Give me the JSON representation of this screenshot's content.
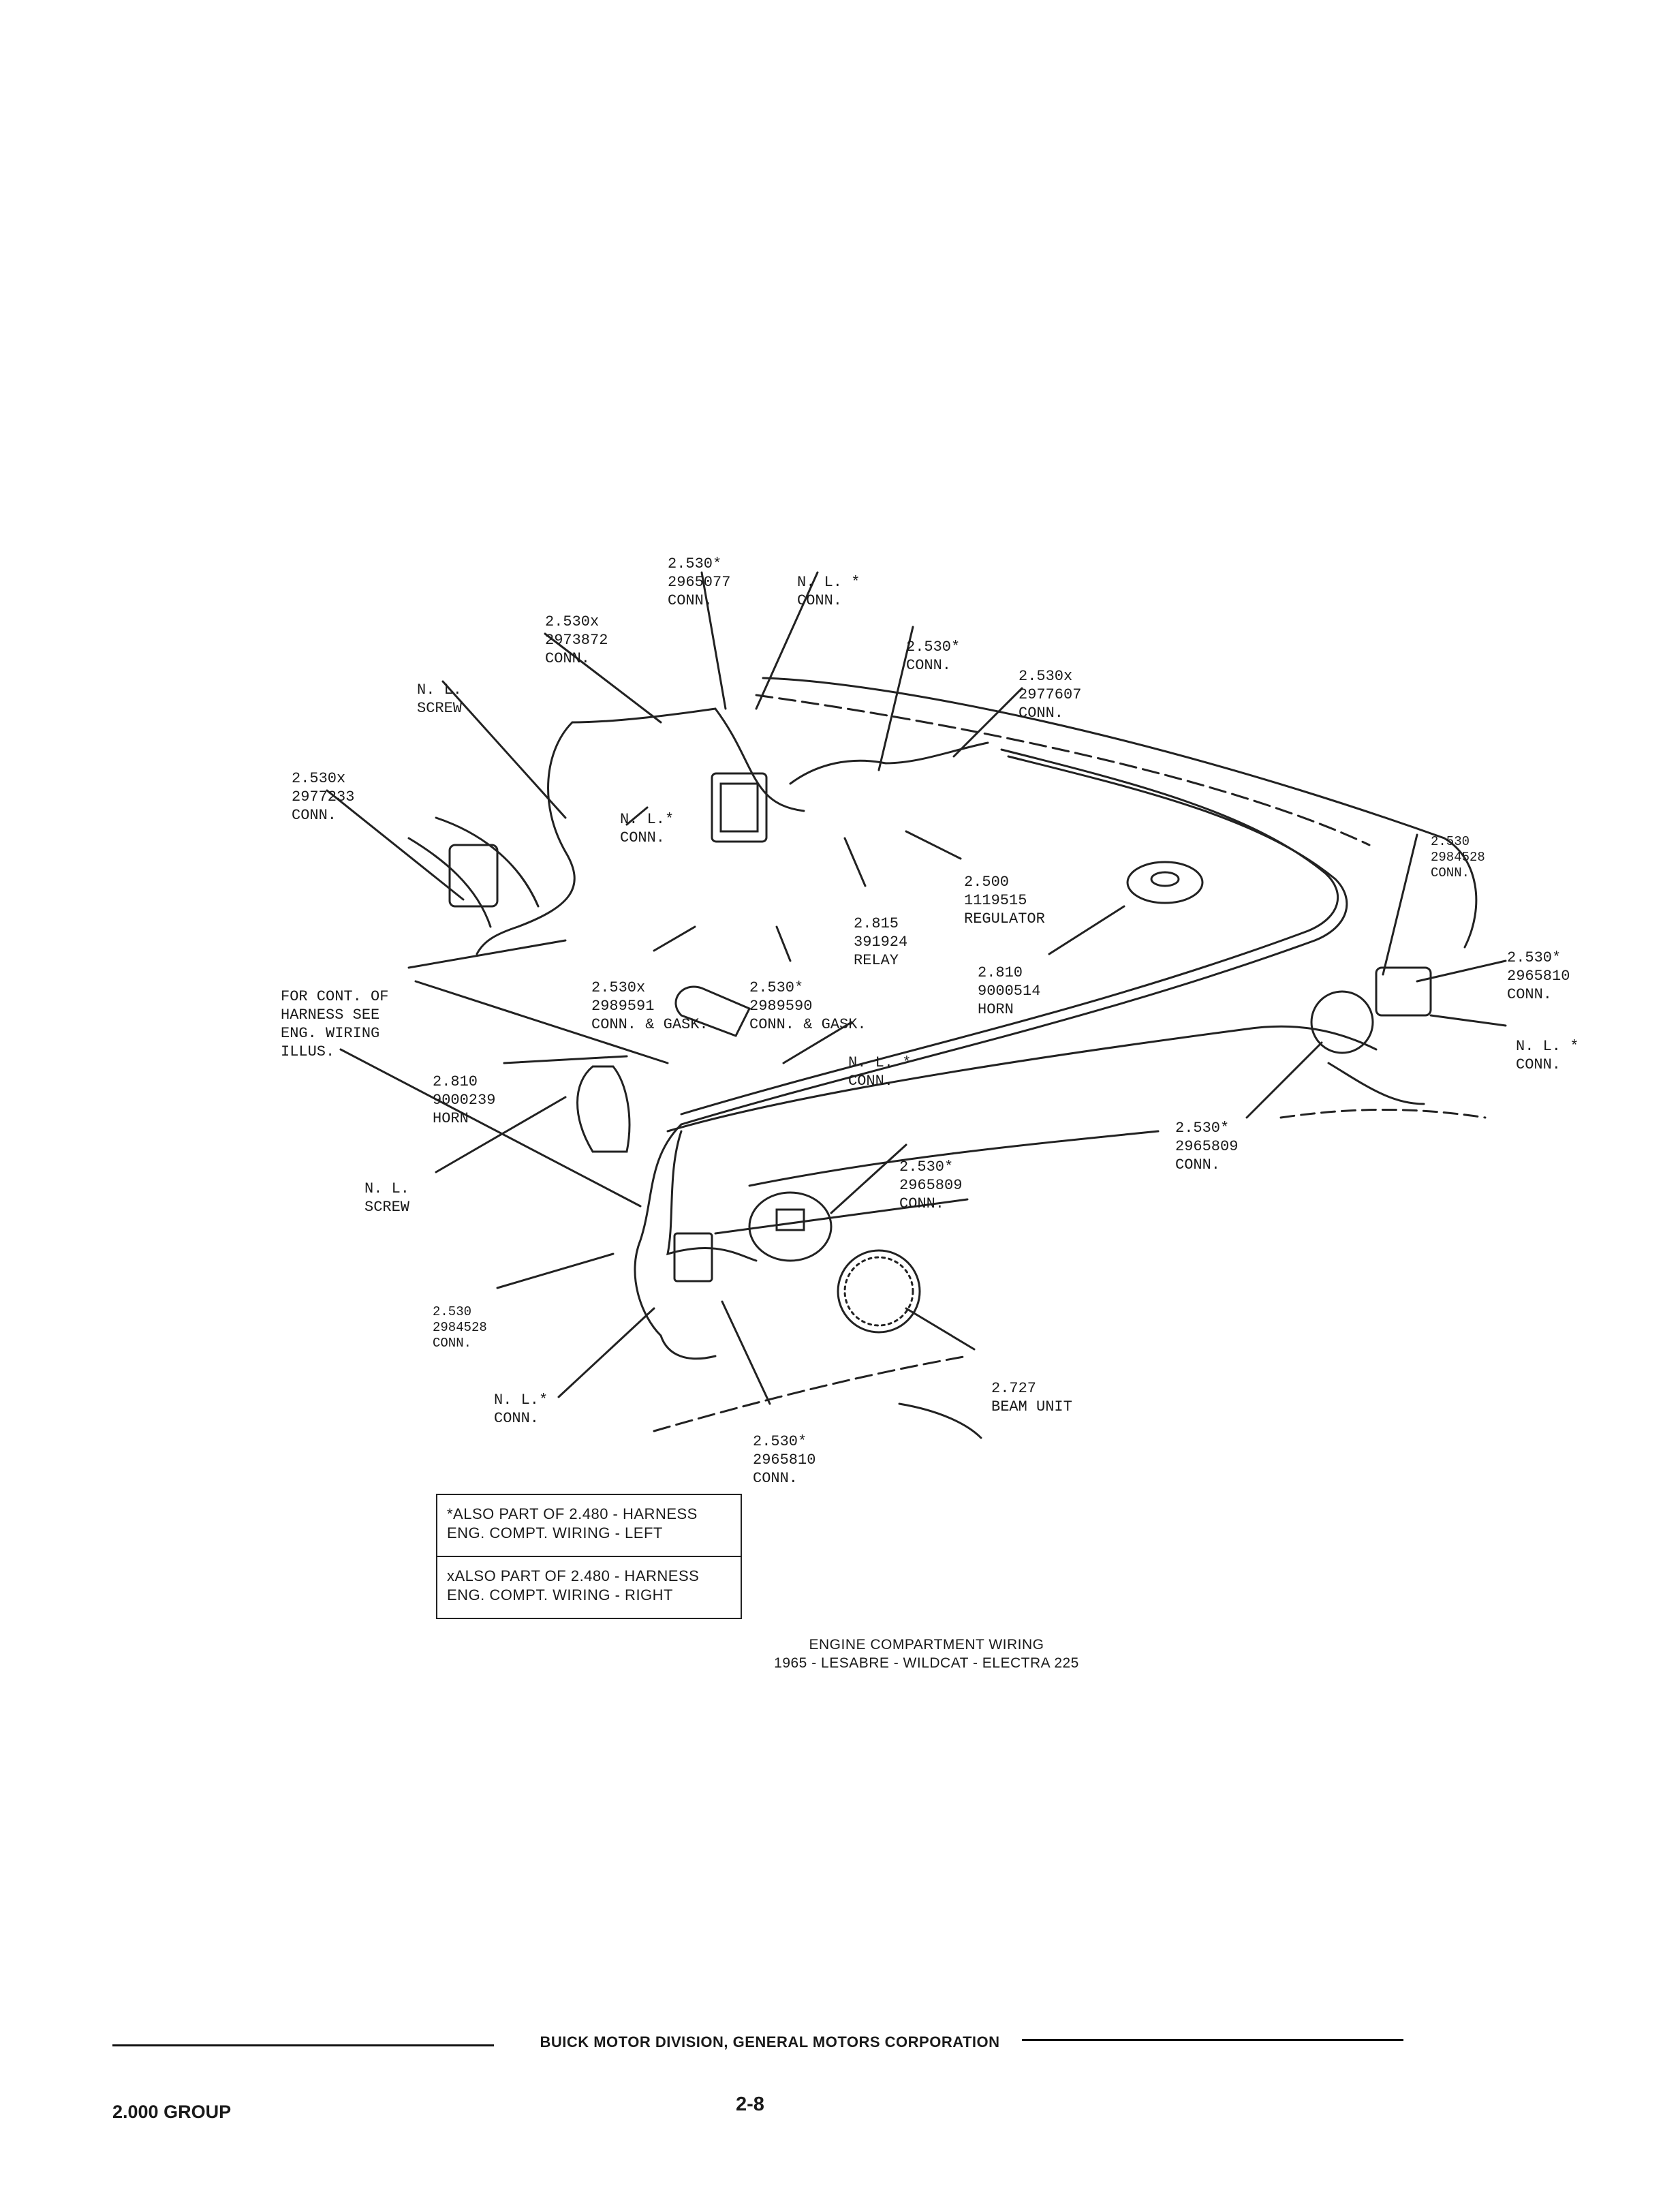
{
  "labels": {
    "conn_2965077": [
      "2.530*",
      "2965077",
      "CONN."
    ],
    "nl_conn_top": [
      "N. L. *",
      "CONN."
    ],
    "conn_2973872": [
      "2.530x",
      "2973872",
      "CONN."
    ],
    "conn_top_right": [
      "2.530*",
      "CONN."
    ],
    "conn_2977607": [
      "2.530x",
      "2977607",
      "CONN."
    ],
    "nl_screw_top": [
      "N. L.",
      "SCREW"
    ],
    "conn_2977233": [
      "2.530x",
      "2977233",
      "CONN."
    ],
    "nl_conn_mid": [
      "N. L.*",
      "CONN."
    ],
    "regulator": [
      "2.500",
      "1119515",
      "REGULATOR"
    ],
    "relay": [
      "2.815",
      "391924",
      "RELAY"
    ],
    "conn_2984528_right": [
      "2.530",
      "2984528",
      "CONN."
    ],
    "conn_2965810_right": [
      "2.530*",
      "2965810",
      "CONN."
    ],
    "horn_right": [
      "2.810",
      "9000514",
      "HORN"
    ],
    "harness_note": [
      "FOR CONT. OF",
      "HARNESS SEE",
      "ENG. WIRING",
      "ILLUS."
    ],
    "conn_gask_2989591": [
      "2.530x",
      "2989591",
      "CONN. & GASK."
    ],
    "conn_gask_2989590": [
      "2.530*",
      "2989590",
      "CONN. & GASK."
    ],
    "nl_conn_right": [
      "N. L. *",
      "CONN."
    ],
    "nl_conn_center": [
      "N. L. *",
      "CONN."
    ],
    "horn_left": [
      "2.810",
      "9000239",
      "HORN"
    ],
    "conn_2965809_right": [
      "2.530*",
      "2965809",
      "CONN."
    ],
    "nl_screw_bottom": [
      "N. L.",
      "SCREW"
    ],
    "conn_2965809_center": [
      "2.530*",
      "2965809",
      "CONN."
    ],
    "conn_2984528_left": [
      "2.530",
      "2984528",
      "CONN."
    ],
    "nl_conn_bottom": [
      "N. L.*",
      "CONN."
    ],
    "beam_unit": [
      "2.727",
      "BEAM UNIT"
    ],
    "conn_2965810_bottom": [
      "2.530*",
      "2965810",
      "CONN."
    ]
  },
  "legend": {
    "left_harness": [
      "*ALSO PART OF 2.480 - HARNESS",
      "ENG. COMPT. WIRING - LEFT"
    ],
    "right_harness": [
      "xALSO PART OF 2.480 - HARNESS",
      "ENG. COMPT. WIRING - RIGHT"
    ]
  },
  "caption": [
    "ENGINE COMPARTMENT WIRING",
    "1965 - LESABRE - WILDCAT - ELECTRA 225"
  ],
  "footer": {
    "corporation": "BUICK MOTOR DIVISION, GENERAL MOTORS CORPORATION",
    "group": "2.000 GROUP",
    "page": "2-8"
  }
}
